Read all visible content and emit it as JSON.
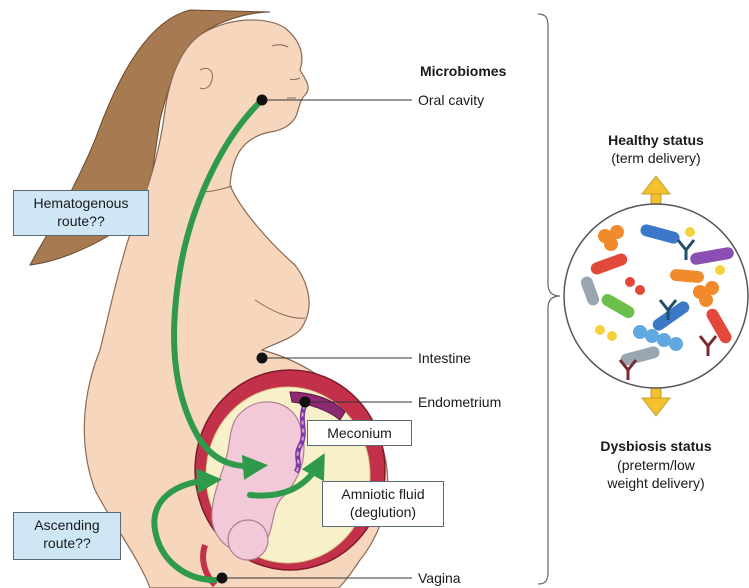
{
  "diagram": {
    "title": "Microbiomes",
    "sites": {
      "oral_cavity": "Oral cavity",
      "intestine": "Intestine",
      "endometrium": "Endometrium",
      "vagina": "Vagina"
    },
    "routes": {
      "hematogenous": [
        "Hematogenous",
        "route??"
      ],
      "ascending": [
        "Ascending",
        "route??"
      ]
    },
    "fetal": {
      "meconium": "Meconium",
      "amniotic": [
        "Amniotic fluid",
        "(deglution)"
      ]
    },
    "outcomes": {
      "healthy_title": "Healthy status",
      "healthy_sub": "(term delivery)",
      "dysbiosis_title": "Dysbiosis status",
      "dysbiosis_sub": [
        "(preterm/low",
        "weight delivery)"
      ]
    },
    "colors": {
      "route_arrow": "#2e9a4a",
      "outcome_arrow": "#f2c12e",
      "skin": "#f6d7bd",
      "hair": "#a87a52",
      "route_box": "#cfe7f5",
      "uterus": "#c2304a"
    }
  }
}
